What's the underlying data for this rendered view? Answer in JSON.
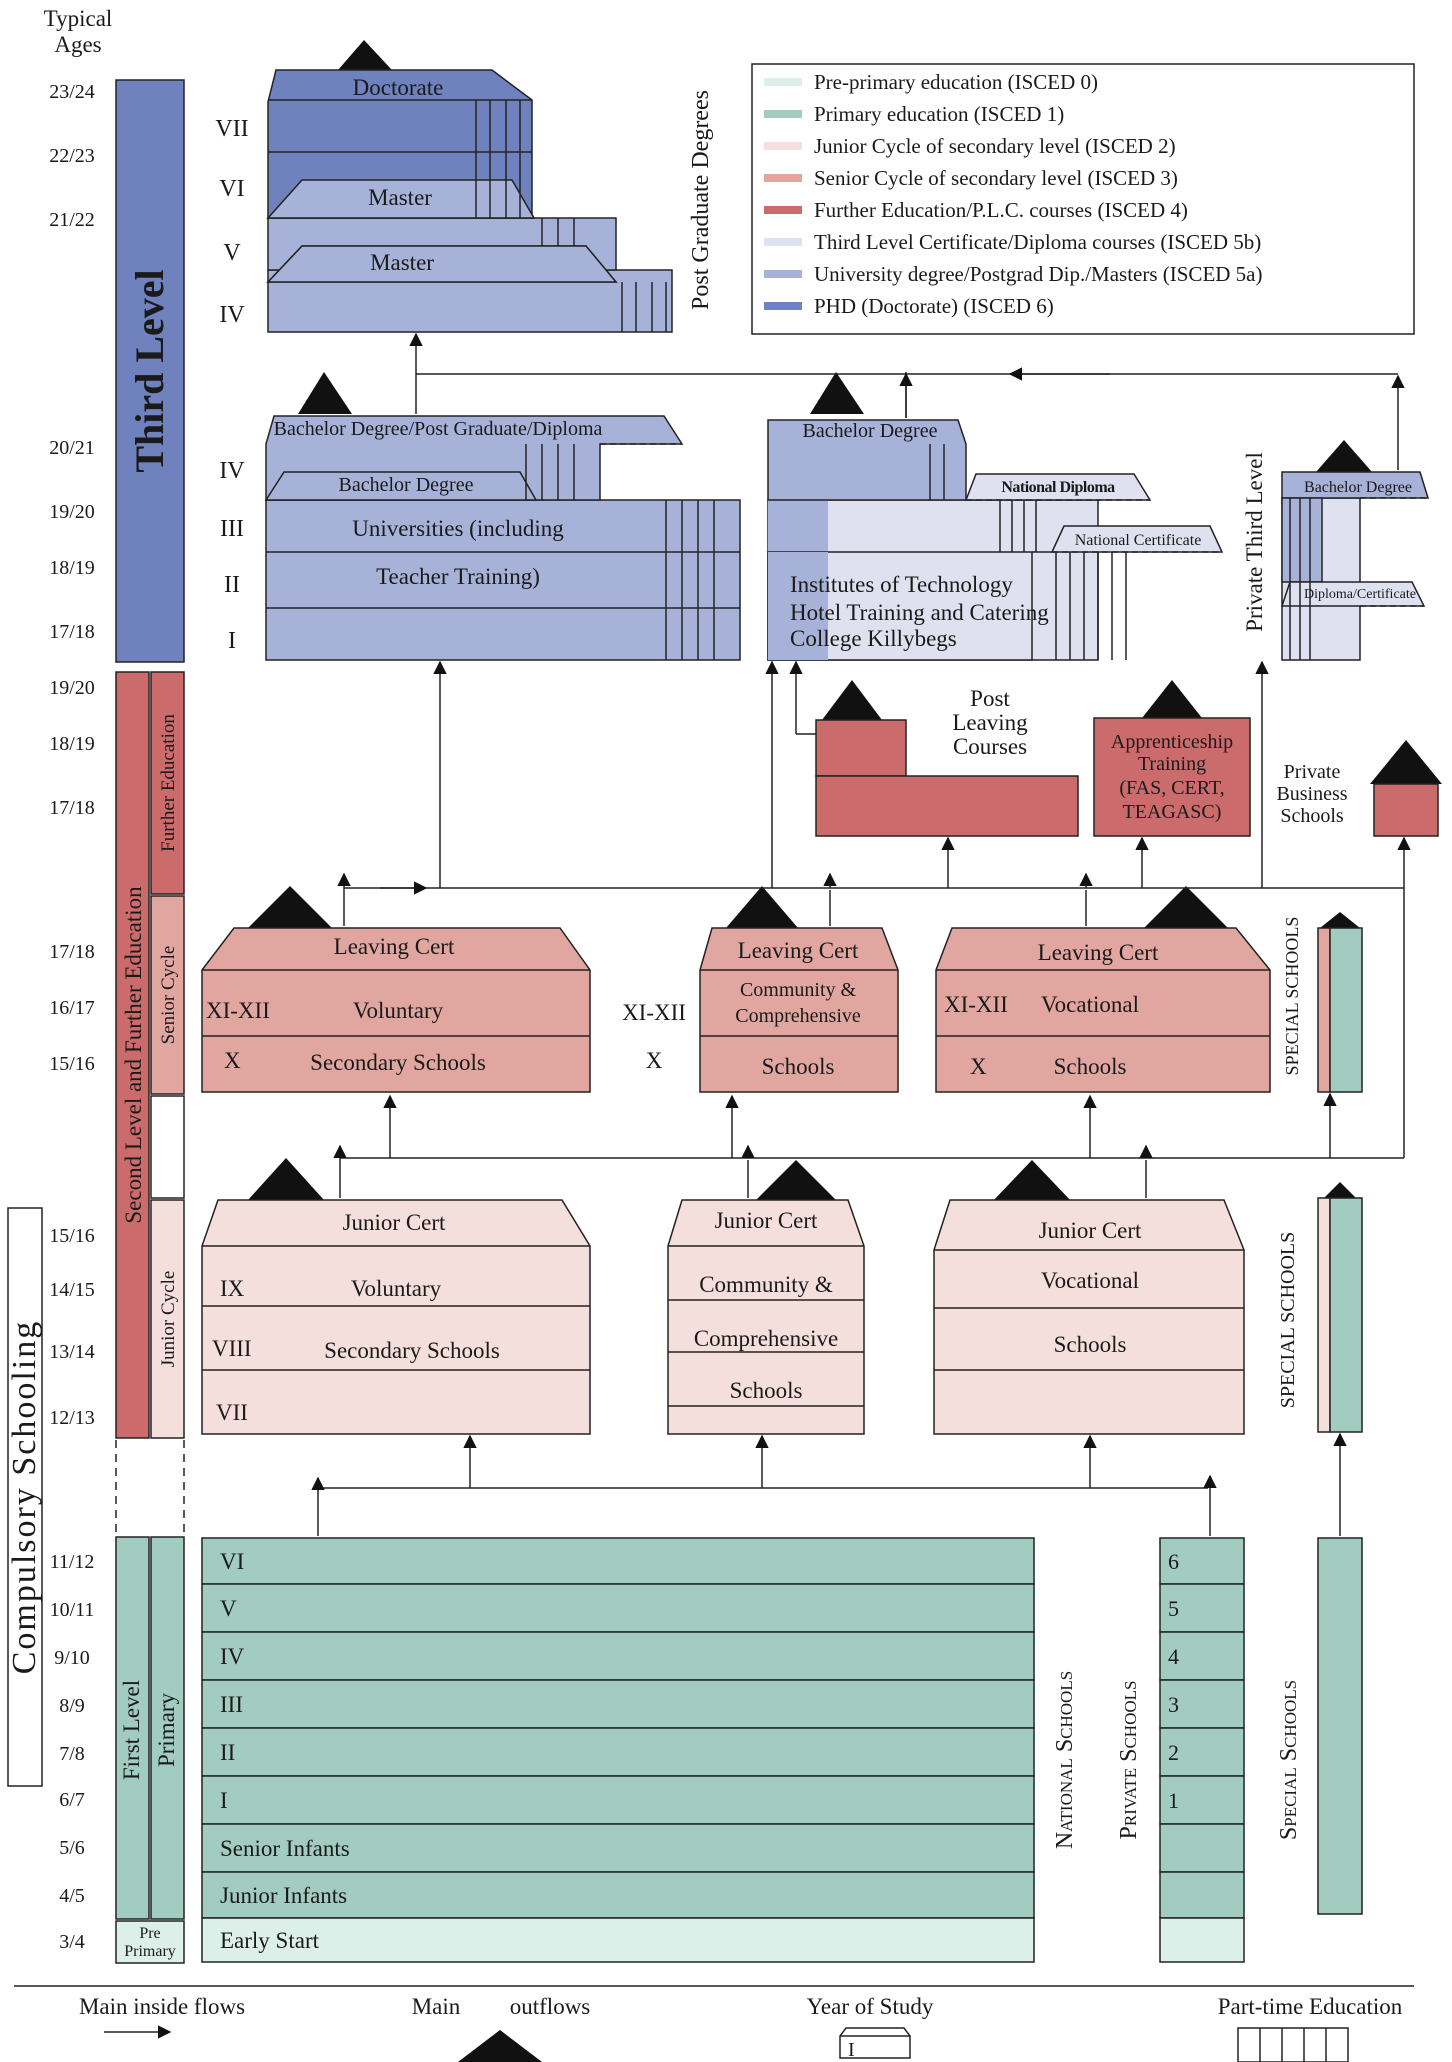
{
  "colors": {
    "isced0": "#dcefe9",
    "isced1": "#a2ccbf",
    "isced2": "#f5dfdc",
    "isced3": "#e2a6a1",
    "isced4": "#cb6b6b",
    "isced5b": "#dfe1f0",
    "isced5a": "#a7b2d8",
    "isced6": "#6f82be",
    "line": "#222222",
    "roof": "#111111"
  },
  "ages": {
    "title_1": "Typical",
    "title_2": "Ages",
    "third_level": [
      "23/24",
      "22/23",
      "21/22",
      "20/21",
      "19/20",
      "18/19",
      "17/18"
    ],
    "further_ed": [
      "19/20",
      "18/19",
      "17/18"
    ],
    "senior": [
      "17/18",
      "16/17",
      "15/16"
    ],
    "junior": [
      "15/16",
      "14/15",
      "13/14",
      "12/13"
    ],
    "primary": [
      "11/12",
      "10/11",
      "9/10",
      "8/9",
      "7/8",
      "6/7",
      "5/6",
      "4/5",
      "3/4"
    ]
  },
  "side_bars": {
    "third_level": "Third Level",
    "second_level": "Second Level and Further Education",
    "further_education": "Further Education",
    "senior_cycle": "Senior Cycle",
    "junior_cycle": "Junior Cycle",
    "first_level": "First Level",
    "primary": "Primary",
    "pre_1": "Pre",
    "pre_2": "Primary",
    "compulsory": "Compulsory Schooling"
  },
  "legend": {
    "items": [
      {
        "label": "Pre-primary education (ISCED 0)",
        "color": "#dcefe9"
      },
      {
        "label": "Primary education (ISCED 1)",
        "color": "#a2ccbf"
      },
      {
        "label": "Junior Cycle of secondary level (ISCED 2)",
        "color": "#f5dfdc"
      },
      {
        "label": "Senior Cycle of secondary level (ISCED 3)",
        "color": "#e2a6a1"
      },
      {
        "label": "Further Education/P.L.C. courses (ISCED 4)",
        "color": "#cb6b6b"
      },
      {
        "label": "Third Level Certificate/Diploma courses (ISCED 5b)",
        "color": "#dfe1f0"
      },
      {
        "label": "University degree/Postgrad Dip./Masters (ISCED 5a)",
        "color": "#a7b2d8"
      },
      {
        "label": "PHD (Doctorate) (ISCED 6)",
        "color": "#6f82be"
      }
    ]
  },
  "postgrad": {
    "doctorate": "Doctorate",
    "master_1": "Master",
    "master_2": "Master",
    "side_label": "Post Graduate Degrees",
    "years": [
      "VII",
      "VI",
      "V",
      "IV"
    ]
  },
  "universities": {
    "top_label": "Bachelor Degree/Post Graduate/Diploma",
    "bachelor": "Bachelor Degree",
    "line1": "Universities (including",
    "line2": "Teacher Training)",
    "years": [
      "IV",
      "III",
      "II",
      "I"
    ]
  },
  "institutes": {
    "bachelor": "Bachelor Degree",
    "national_diploma": "National Diploma",
    "national_certificate": "National  Certificate",
    "line1": "Institutes of Technology",
    "line2": "Hotel Training and Catering",
    "line3": "College Killybegs"
  },
  "private_third": {
    "side_label": "Private Third Level",
    "bachelor": "Bachelor Degree",
    "diploma": "Diploma/Certificate"
  },
  "further": {
    "plc_1": "Post",
    "plc_2": "Leaving",
    "plc_3": "Courses",
    "app_1": "Apprenticeship",
    "app_2": "Training",
    "app_3": "(FAS, CERT,",
    "app_4": "TEAGASC)",
    "pbs_1": "Private",
    "pbs_2": "Business",
    "pbs_3": "Schools"
  },
  "senior_cycle": {
    "voluntary": {
      "cert": "Leaving Cert",
      "y1": "XI-XII",
      "t1": "Voluntary",
      "y2": "X",
      "t2": "Secondary Schools"
    },
    "community": {
      "cert": "Leaving Cert",
      "t1": "Community &",
      "t2": "Comprehensive",
      "t3": "Schools",
      "y1": "XI-XII",
      "y2": "X"
    },
    "vocational": {
      "cert": "Leaving Cert",
      "y1": "XI-XII",
      "t1": "Vocational",
      "y2": "X",
      "t2": "Schools"
    },
    "special": "SPECIAL SCHOOLS"
  },
  "junior_cycle": {
    "voluntary": {
      "cert": "Junior Cert",
      "y1": "IX",
      "t1": "Voluntary",
      "y2": "VIII",
      "t2": "Secondary Schools",
      "y3": "VII"
    },
    "community": {
      "cert": "Junior Cert",
      "t1": "Community &",
      "t2": "Comprehensive",
      "t3": "Schools"
    },
    "vocational": {
      "cert": "Junior Cert",
      "t1": "Vocational",
      "t2": "Schools"
    },
    "special": "SPECIAL SCHOOLS"
  },
  "primary": {
    "rows": [
      "VI",
      "V",
      "IV",
      "III",
      "II",
      "I",
      "Senior Infants",
      "Junior Infants",
      "Early Start"
    ],
    "national": "National Schools",
    "private": "Private Schools",
    "special": "Special Schools",
    "private_years": [
      "6",
      "5",
      "4",
      "3",
      "2",
      "1"
    ]
  },
  "footer": {
    "inside_flows": "Main inside flows",
    "outflows_1": "Main",
    "outflows_2": "outflows",
    "year_of_study": "Year of Study",
    "year_sample": "I",
    "part_time": "Part-time  Education"
  }
}
